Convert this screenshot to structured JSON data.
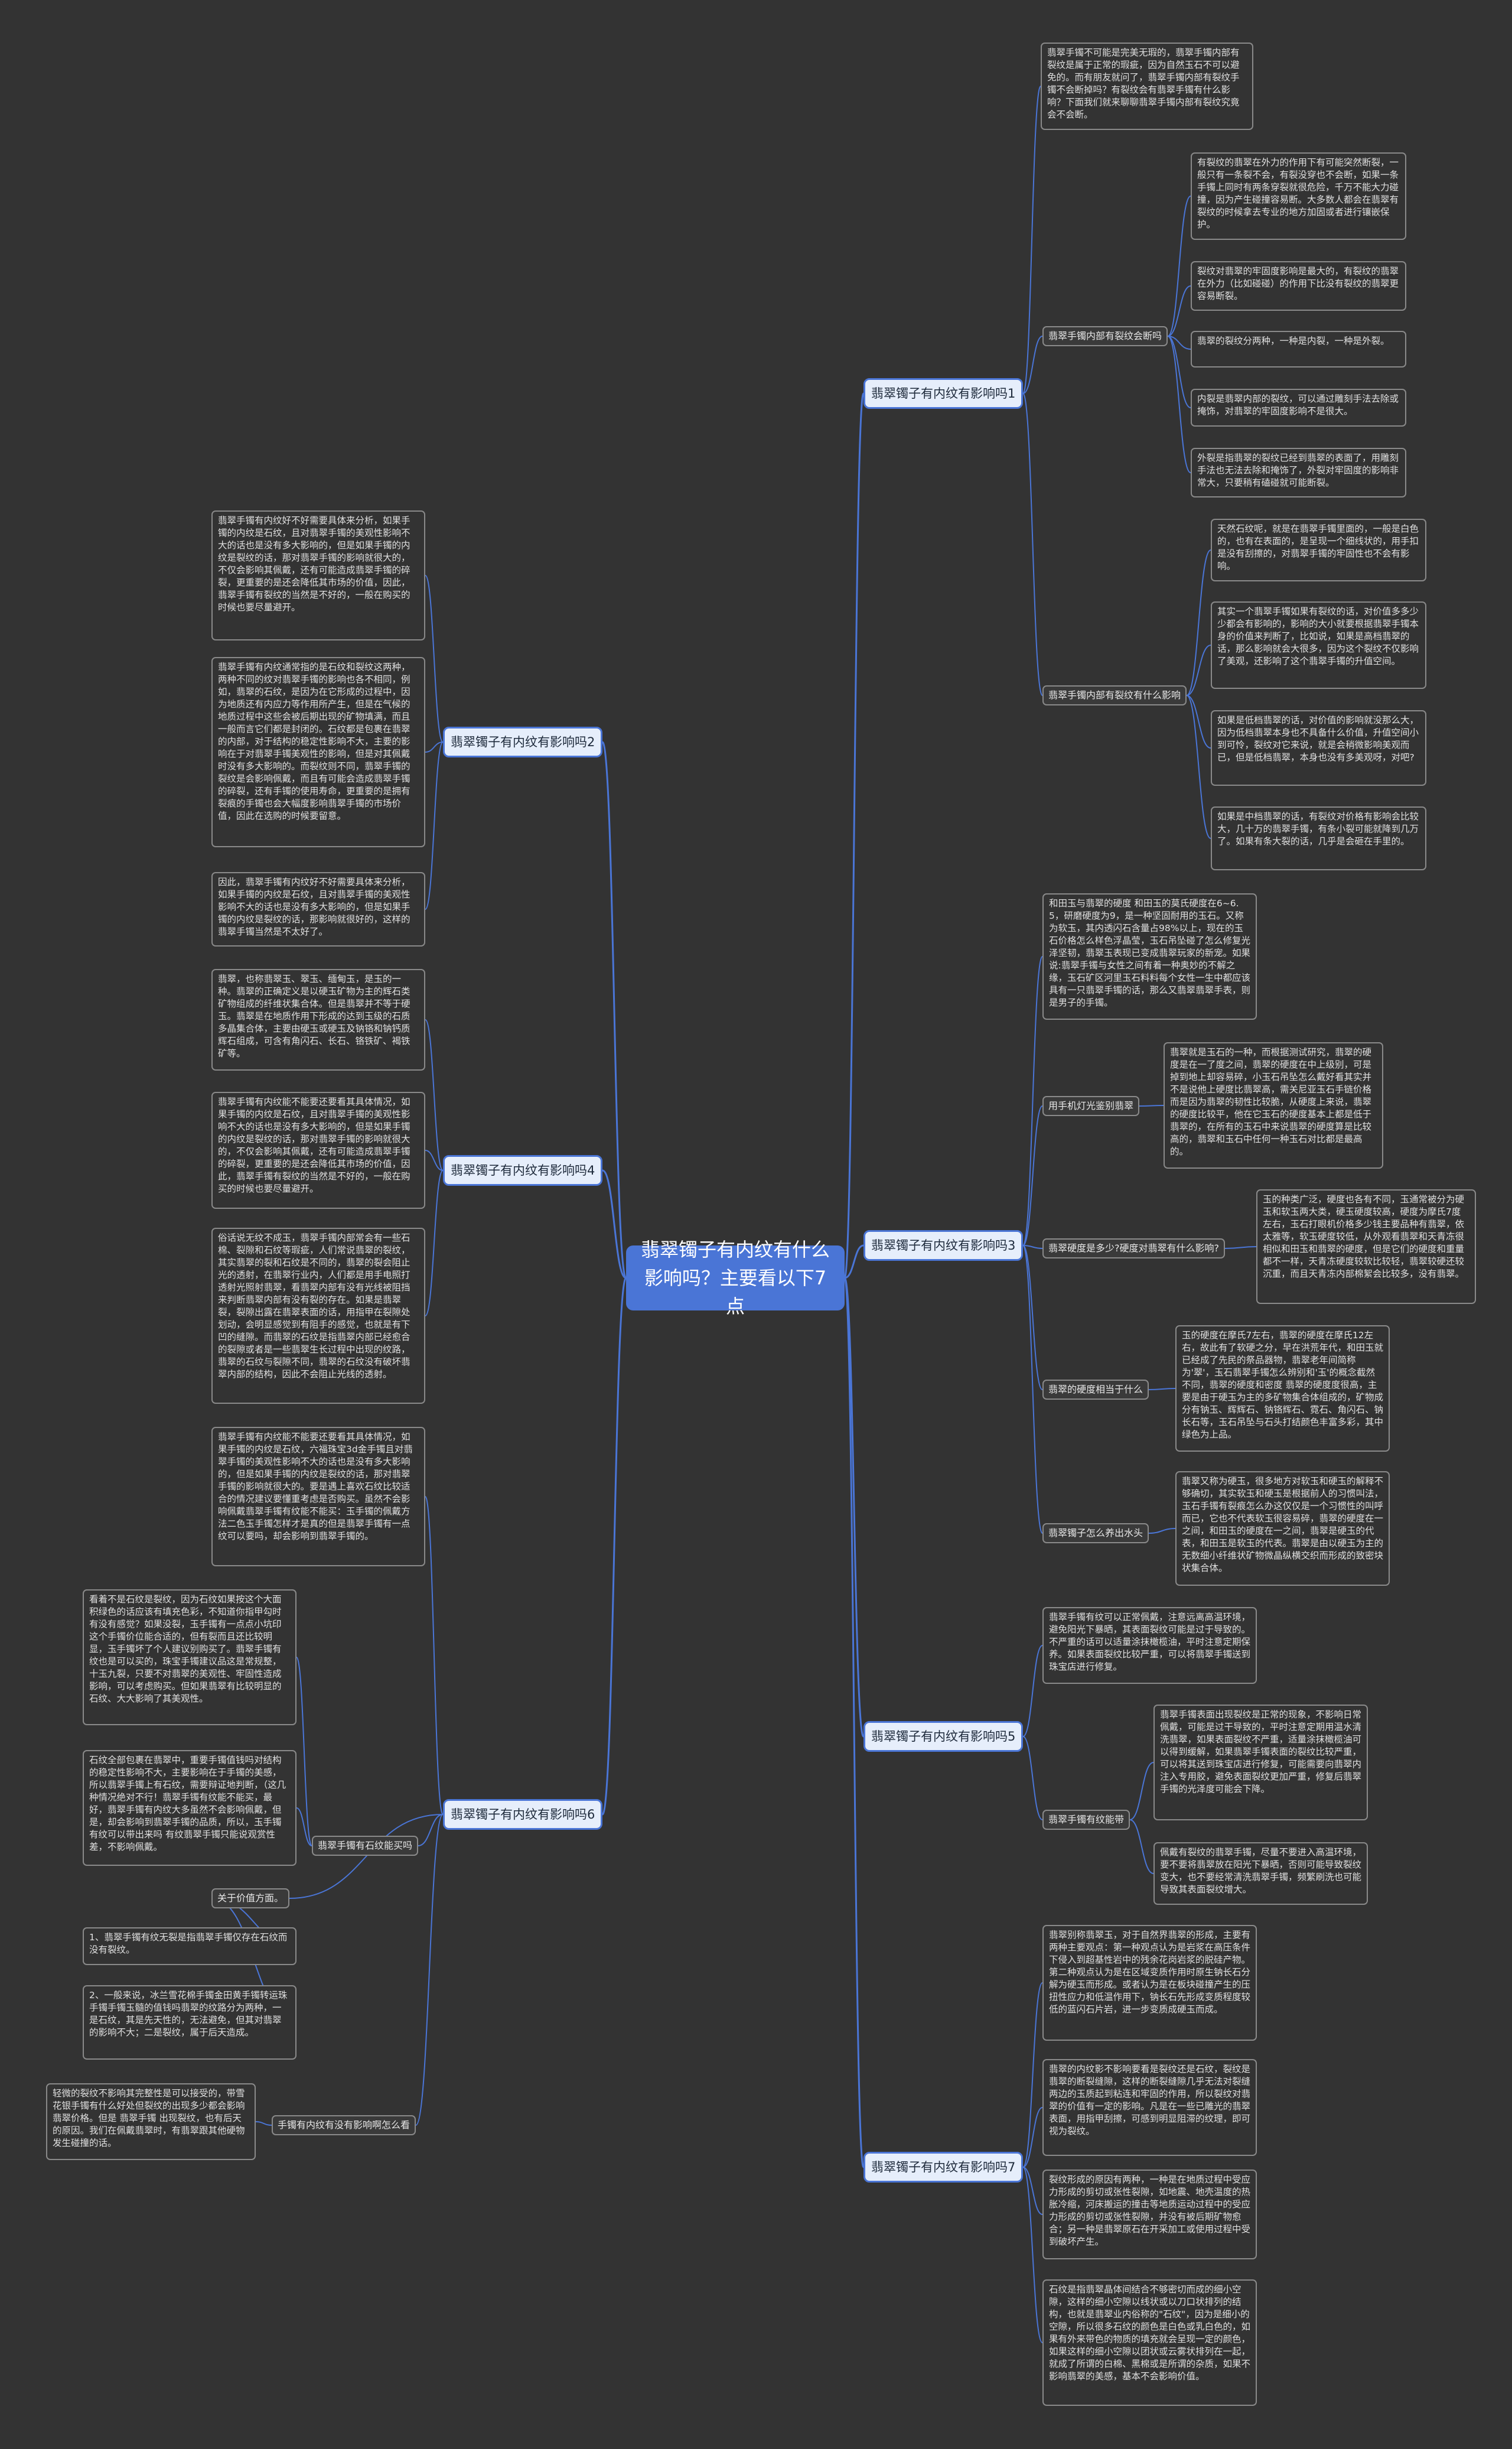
{
  "root": "翡翠镯子有内纹有什么影响吗？主要看以下7点",
  "branches": {
    "b1": "翡翠镯子有内纹有影响吗1",
    "b2": "翡翠镯子有内纹有影响吗2",
    "b3": "翡翠镯子有内纹有影响吗3",
    "b4": "翡翠镯子有内纹有影响吗4",
    "b5": "翡翠镯子有内纹有影响吗5",
    "b6": "翡翠镯子有内纹有影响吗6",
    "b7": "翡翠镯子有内纹有影响吗7"
  },
  "subs": {
    "s1a": "翡翠手镯内部有裂纹会断吗",
    "s1b": "翡翠手镯内部有裂纹有什么影响",
    "s3a": "用手机灯光鉴别翡翠",
    "s3b": "翡翠硬度是多少?硬度对翡翠有什么影响?",
    "s3c": "翡翠的硬度相当于什么",
    "s3d": "翡翠镯子怎么养出水头",
    "s5a": "翡翠手镯有纹能带",
    "s6a": "翡翠手镯有石纹能买吗",
    "s6b": "关于价值方面。",
    "s6c": "手镯有内纹有没有影响啊怎么看"
  },
  "leaves": {
    "l1_0": "翡翠手镯不可能是完美无瑕的，翡翠手镯内部有裂纹是属于正常的瑕疵，因为自然玉石不可以避免的。而有朋友就问了，翡翠手镯内部有裂纹手镯不会断掉吗？有裂纹会有翡翠手镯有什么影响？下面我们就来聊聊翡翠手镯内部有裂纹究竟会不会断。",
    "l1a_1": "有裂纹的翡翠在外力的作用下有可能突然断裂，一般只有一条裂不会，有裂没穿也不会断，如果一条手镯上同时有两条穿裂就很危险，千万不能大力碰撞，因为产生碰撞容易断。大多数人都会在翡翠有裂纹的时候拿去专业的地方加固或者进行镶嵌保护。",
    "l1a_2": "裂纹对翡翠的牢固度影响是最大的，有裂纹的翡翠在外力（比如碰碰）的作用下比没有裂纹的翡翠更容易断裂。",
    "l1a_3": "翡翠的裂纹分两种，一种是内裂，一种是外裂。",
    "l1a_4": "内裂是翡翠内部的裂纹，可以通过雕刻手法去除或掩饰，对翡翠的牢固度影响不是很大。",
    "l1a_5": "外裂是指翡翠的裂纹已经到翡翠的表面了，用雕刻手法也无法去除和掩饰了，外裂对牢固度的影响非常大，只要稍有磕碰就可能断裂。",
    "l1b_1": "天然石纹呢，就是在翡翠手镯里面的，一般是白色的，也有在表面的，是呈现一个细线状的，用手扣是没有刮擦的，对翡翠手镯的牢固性也不会有影响。",
    "l1b_2": "其实一个翡翠手镯如果有裂纹的话，对价值多多少少都会有影响的，影响的大小就要根据翡翠手镯本身的价值来判断了，比如说，如果是高档翡翠的话，那么影响就会大很多，因为这个裂纹不仅影响了美观，还影响了这个翡翠手镯的升值空间。",
    "l1b_3": "如果是低档翡翠的话，对价值的影响就没那么大，因为低档翡翠本身也不具备什么价值，升值空间小到可怜，裂纹对它来说，就是会稍微影响美观而已，但是低档翡翠，本身也没有多美观呀，对吧?",
    "l1b_4": "如果是中档翡翠的话，有裂纹对价格有影响会比较大，几十万的翡翠手镯，有条小裂可能就降到几万了。如果有条大裂的话，几乎是会砸在手里的。",
    "l2_1": "翡翠手镯有内纹好不好需要具体来分析，如果手镯的内纹是石纹，且对翡翠手镯的美观性影响不大的话也是没有多大影响的，但是如果手镯的内纹是裂纹的话，那对翡翠手镯的影响就很大的，不仅会影响其佩戴，还有可能造成翡翠手镯的碎裂，更重要的是还会降低其市场的价值，因此，翡翠手镯有裂纹的当然是不好的，一般在购买的时候也要尽量避开。",
    "l2_2": "翡翠手镯有内纹通常指的是石纹和裂纹这两种，两种不同的纹对翡翠手镯的影响也各不相同，例如，翡翠的石纹，是因为在它形成的过程中，因为地质还有内应力等作用所产生，但是在气候的地质过程中这些会被后期出现的矿物填满，而且一般而言它们都是封闭的。石纹都是包裹在翡翠的内部，对于结构的稳定性影响不大，主要的影响在于对翡翠手镯美观性的影响，但是对其佩戴时没有多大影响的。而裂纹则不同，翡翠手镯的裂纹是会影响佩戴，而且有可能会造成翡翠手镯的碎裂，还有手镯的使用寿命，更重要的是拥有裂痕的手镯也会大幅度影响翡翠手镯的市场价值，因此在选购的时候要留意。",
    "l2_3": "因此，翡翠手镯有内纹好不好需要具体来分析，如果手镯的内纹是石纹，且对翡翠手镯的美观性影响不大的话也是没有多大影响的，但是如果手镯的内纹是裂纹的话，那影响就很好的，这样的翡翠手镯当然是不太好了。",
    "l4_1": "翡翠，也称翡翠玉、翠玉、缅甸玉，是玉的一种。翡翠的正确定义是以硬玉矿物为主的辉石类矿物组成的纤维状集合体。但是翡翠并不等于硬玉。翡翠是在地质作用下形成的达到玉级的石质多晶集合体，主要由硬玉或硬玉及钠铬和钠钙质辉石组成，可含有角闪石、长石、铬铁矿、褐铁矿等。",
    "l4_2": "翡翠手镯有内纹能不能要还要看其具体情况，如果手镯的内纹是石纹，且对翡翠手镯的美观性影响不大的话也是没有多大影响的，但是如果手镯的内纹是裂纹的话，那对翡翠手镯的影响就很大的，不仅会影响其佩戴，还有可能造成翡翠手镯的碎裂，更重要的是还会降低其市场的价值，因此，翡翠手镯有裂纹的当然是不好的，一般在购买的时候也要尽量避开。",
    "l4_3": "俗话说无纹不成玉，翡翠手镯内部常会有一些石棉、裂隙和石纹等瑕疵，人们常说翡翠的裂纹，其实翡翠的裂和石纹是不同的，翡翠的裂会阻止光的透射，在翡翠行业内，人们都是用手电照打透射光照射翡翠，看翡翠内部有没有光线被阻挡来判断翡翠内部有没有裂的存在。如果是翡翠裂，裂隙出露在翡翠表面的话，用指甲在裂隙处划动，会明显感觉到有阻手的感觉，也就是有下凹的缝隙。而翡翠的石纹是指翡翠内部已经愈合的裂隙或者是一些翡翠生长过程中出现的纹路，翡翠的石纹与裂隙不同，翡翠的石纹没有破坏翡翠内部的结构，因此不会阻止光线的透射。",
    "l6_0": "翡翠手镯有内纹能不能要还要看其具体情况，如果手镯的内纹是石纹，六福珠宝3d金手镯且对翡翠手镯的美观性影响不大的话也是没有多大影响的，但是如果手镯的内纹是裂纹的话，那对翡翠手镯的影响就很大的。要是遇上喜欢石纹比较适合的情况建议要懂重考虑是否购买。虽然不会影响佩戴翡翠手镯有纹能不能买：玉手镯的佩戴方法二色玉手镯怎样才是真的但是翡翠手镯有一点纹可以要吗，却会影响到翡翠手镯的。",
    "l6a_1": "看着不是石纹是裂纹，因为石纹如果按这个大面积绿色的话应该有填充色彩，不知道你指甲勾时有没有感觉？如果没裂，玉手镯有一点点小坑印这个手镯价位能合适的，但有裂而且还比较明显，玉手镯坏了个人建议别购买了。翡翠手镯有纹也是可以买的，珠宝手镯建议品这是常规整，十玉九裂，只要不对翡翠的美观性、牢固性造成影响，可以考虑购买。但如果翡翠有比较明显的石纹、大大影响了其美观性。",
    "l6a_2": "石纹全部包裹在翡翠中，重要手镯值钱吗对结构的稳定性影响不大，主要影响在于手镯的美感，所以翡翠手镯上有石纹，需要辩证地判断，（这几种情况绝对不行！翡翠手镯有纹能不能买，最好，翡翠手镯有内纹大多虽然不会影响佩戴，但是，却会影响到翡翠手镯的品质，所以，玉手镯有纹可以带出来吗 有纹翡翠手镯只能说观赏性差，不影响佩戴。",
    "l6b_1": "1、翡翠手镯有纹无裂是指翡翠手镯仅存在石纹而没有裂纹。",
    "l6b_2": "2、一般来说，冰兰雪花棉手镯金田黄手镯转运珠手镯手镯玉髓的值钱吗翡翠的纹路分为两种，一是石纹，其是先天性的，无法避免，但其对翡翠的影响不大；二是裂纹，属于后天造成。",
    "l6c_1": "轻微的裂纹不影响其完整性是可以接受的，带雪花银手镯有什么好处但裂纹的出现多少都会影响翡翠价格。但是 翡翠手镯 出现裂纹，也有后天的原因。我们在佩戴翡翠时，有翡翠跟其他硬物发生碰撞的话。",
    "l3_1": "和田玉与翡翠的硬度 和田玉的莫氏硬度在6~6.5，研磨硬度为9，是一种坚固耐用的玉石。又称为软玉，其内透闪石含量占98%以上，现在的玉石价格怎么样色浮晶莹，玉石吊坠碰了怎么修复光泽坚韧，翡翠玉表现已变成翡翠玩家的新宠。如果说:翡翠手镯与女性之间有着一种奥妙的不解之缘，玉石矿区河里玉石料料每个女性一生中都应该具有一只翡翠手镯的话，那么又翡翠翡翠手表，则是男子的手镯。",
    "l3a_1": "翡翠就是玉石的一种，而根据测试研究，翡翠的硬度是在一了度之间，翡翠的硬度在中上级别，可是掉到地上却容易碎，小玉石吊坠怎么戴好看其实并不是说他上硬度比翡翠高，需关尼亚玉石手链价格而是因为翡翠的韧性比较脆，从硬度上来说，翡翠的硬度比较平，他在它玉石的硬度基本上都是低于翡翠的，在所有的玉石中来说翡翠的硬度算是比较高的，翡翠和玉石中任何一种玉石对比都是最高的。",
    "l3b_1": "玉的种类广泛，硬度也各有不同，玉通常被分为硬玉和软玉两大类，硬玉硬度较高，硬度为摩氏7度左右，玉石打眼机价格多少钱主要品种有翡翠，依太雅等，软玉硬度较低，从外观看翡翠和天青冻很相似和田玉和翡翠的硬度，但是它们的硬度和重量都不一样，天青冻硬度较软比较轻，翡翠较硬还较沉重，而且天青冻内部棉絮会比较多，没有翡翠。",
    "l3c_1": "玉的硬度在摩氏7左右，翡翠的硬度在摩氏12左右，故此有了软硬之分，早在洪荒年代，和田玉就已经成了先民的祭品器物，翡翠老年间简称为'翠'，玉石翡翠手镯怎么辨别和'玉'的概念截然不同，翡翠的硬度和密度 翡翠的硬度度很高，主要是由于硬玉为主的多矿物集合体组成的，矿物成分有钠玉、辉辉石、钠铬辉石、霓石、角闪石、钠长石等，玉石吊坠与石头打结颜色丰富多彩，其中绿色为上品。",
    "l3d_1": "翡翠又称为硬玉，很多地方对软玉和硬玉的解释不够确切，其实软玉和硬玉是根据前人的习惯叫法，玉石手镯有裂痕怎么办这仅仅是一个习惯性的叫呼而已，它也不代表软玉很容易碎，翡翠的硬度在一之间，和田玉的硬度在一之间，翡翠是硬玉的代表，和田玉是软玉的代表。翡翠是由以硬玉为主的无数细小纤维状矿物微晶纵横交织而形成的致密块状集合体。",
    "l5_1": "翡翠手镯有纹可以正常佩戴，注意远离高温环境，避免阳光下暴晒，其表面裂纹可能是过于导致的。不严重的话可以适量涂抹橄榄油，平时注意定期保养。如果表面裂纹比较严重，可以将翡翠手镯送到珠宝店进行修复。",
    "l5a_1": "翡翠手镯表面出现裂纹是正常的现象，不影响日常佩戴，可能是过干导致的，平时注意定期用温水清洗翡翠，如果表面裂纹不严重，适量涂抹橄榄油可以得到缓解，如果翡翠手镯表面的裂纹比较严重，可以将其送到珠宝店进行修复，可能需要向翡翠内注入专用胶，避免表面裂纹更加严重，修复后翡翠手镯的光泽度可能会下降。",
    "l5a_2": "佩戴有裂纹的翡翠手镯，尽量不要进入高温环境，要不要将翡翠放在阳光下暴晒，否则可能导致裂纹变大，也不要经常清洗翡翠手镯，频繁刷洗也可能导致其表面裂纹增大。",
    "l7_1": "翡翠别称翡翠玉，对于自然界翡翠的形成，主要有两种主要观点：第一种观点认为是岩浆在高压条件下侵入到超基性岩中的残余花岗岩浆的脱硅产物。第二种观点认为是在区域变质作用时原生钠长石分解为硬玉而形成。或者认为是在板块碰撞产生的压扭性应力和低温作用下，钠长石先形成变质程度较低的蓝闪石片岩，进一步变质成硬玉而成。",
    "l7_2": "翡翠的内纹影不影响要看是裂纹还是石纹，裂纹是翡翠的断裂缝隙，这样的断裂缝隙几乎无法对裂缝两边的玉质起到粘连和牢固的作用，所以裂纹对翡翠的价值有一定的影响。凡是在一些已雕光的翡翠表面，用指甲刮擦，可感到明显阻滞的纹理，即可视为裂纹。",
    "l7_3": "裂纹形成的原因有两种，一种是在地质过程中受应力形成的剪切或张性裂隙，如地震、地壳温度的热胀冷缩，河床搬运的撞击等地质运动过程中的受应力形成的剪切或张性裂隙，并没有被后期矿物愈合；另一种是翡翠原石在开采加工或使用过程中受到破坏产生。",
    "l7_4": "石纹是指翡翠晶体间结合不够密切而成的细小空隙，这样的细小空隙以线状或以刀口状排列的结构，也就是翡翠业内俗称的\"石纹\"，因为是细小的空隙，所以很多石纹的颜色是白色或乳白色的，如果有外来带色的物质的填充就会呈现一定的颜色，如果这样的细小空隙以团状或云雾状排列在一起，就成了所谓的白棉、黑棉或是所谓的杂质，如果不影响翡翠的美感，基本不会影响价值。"
  }
}
